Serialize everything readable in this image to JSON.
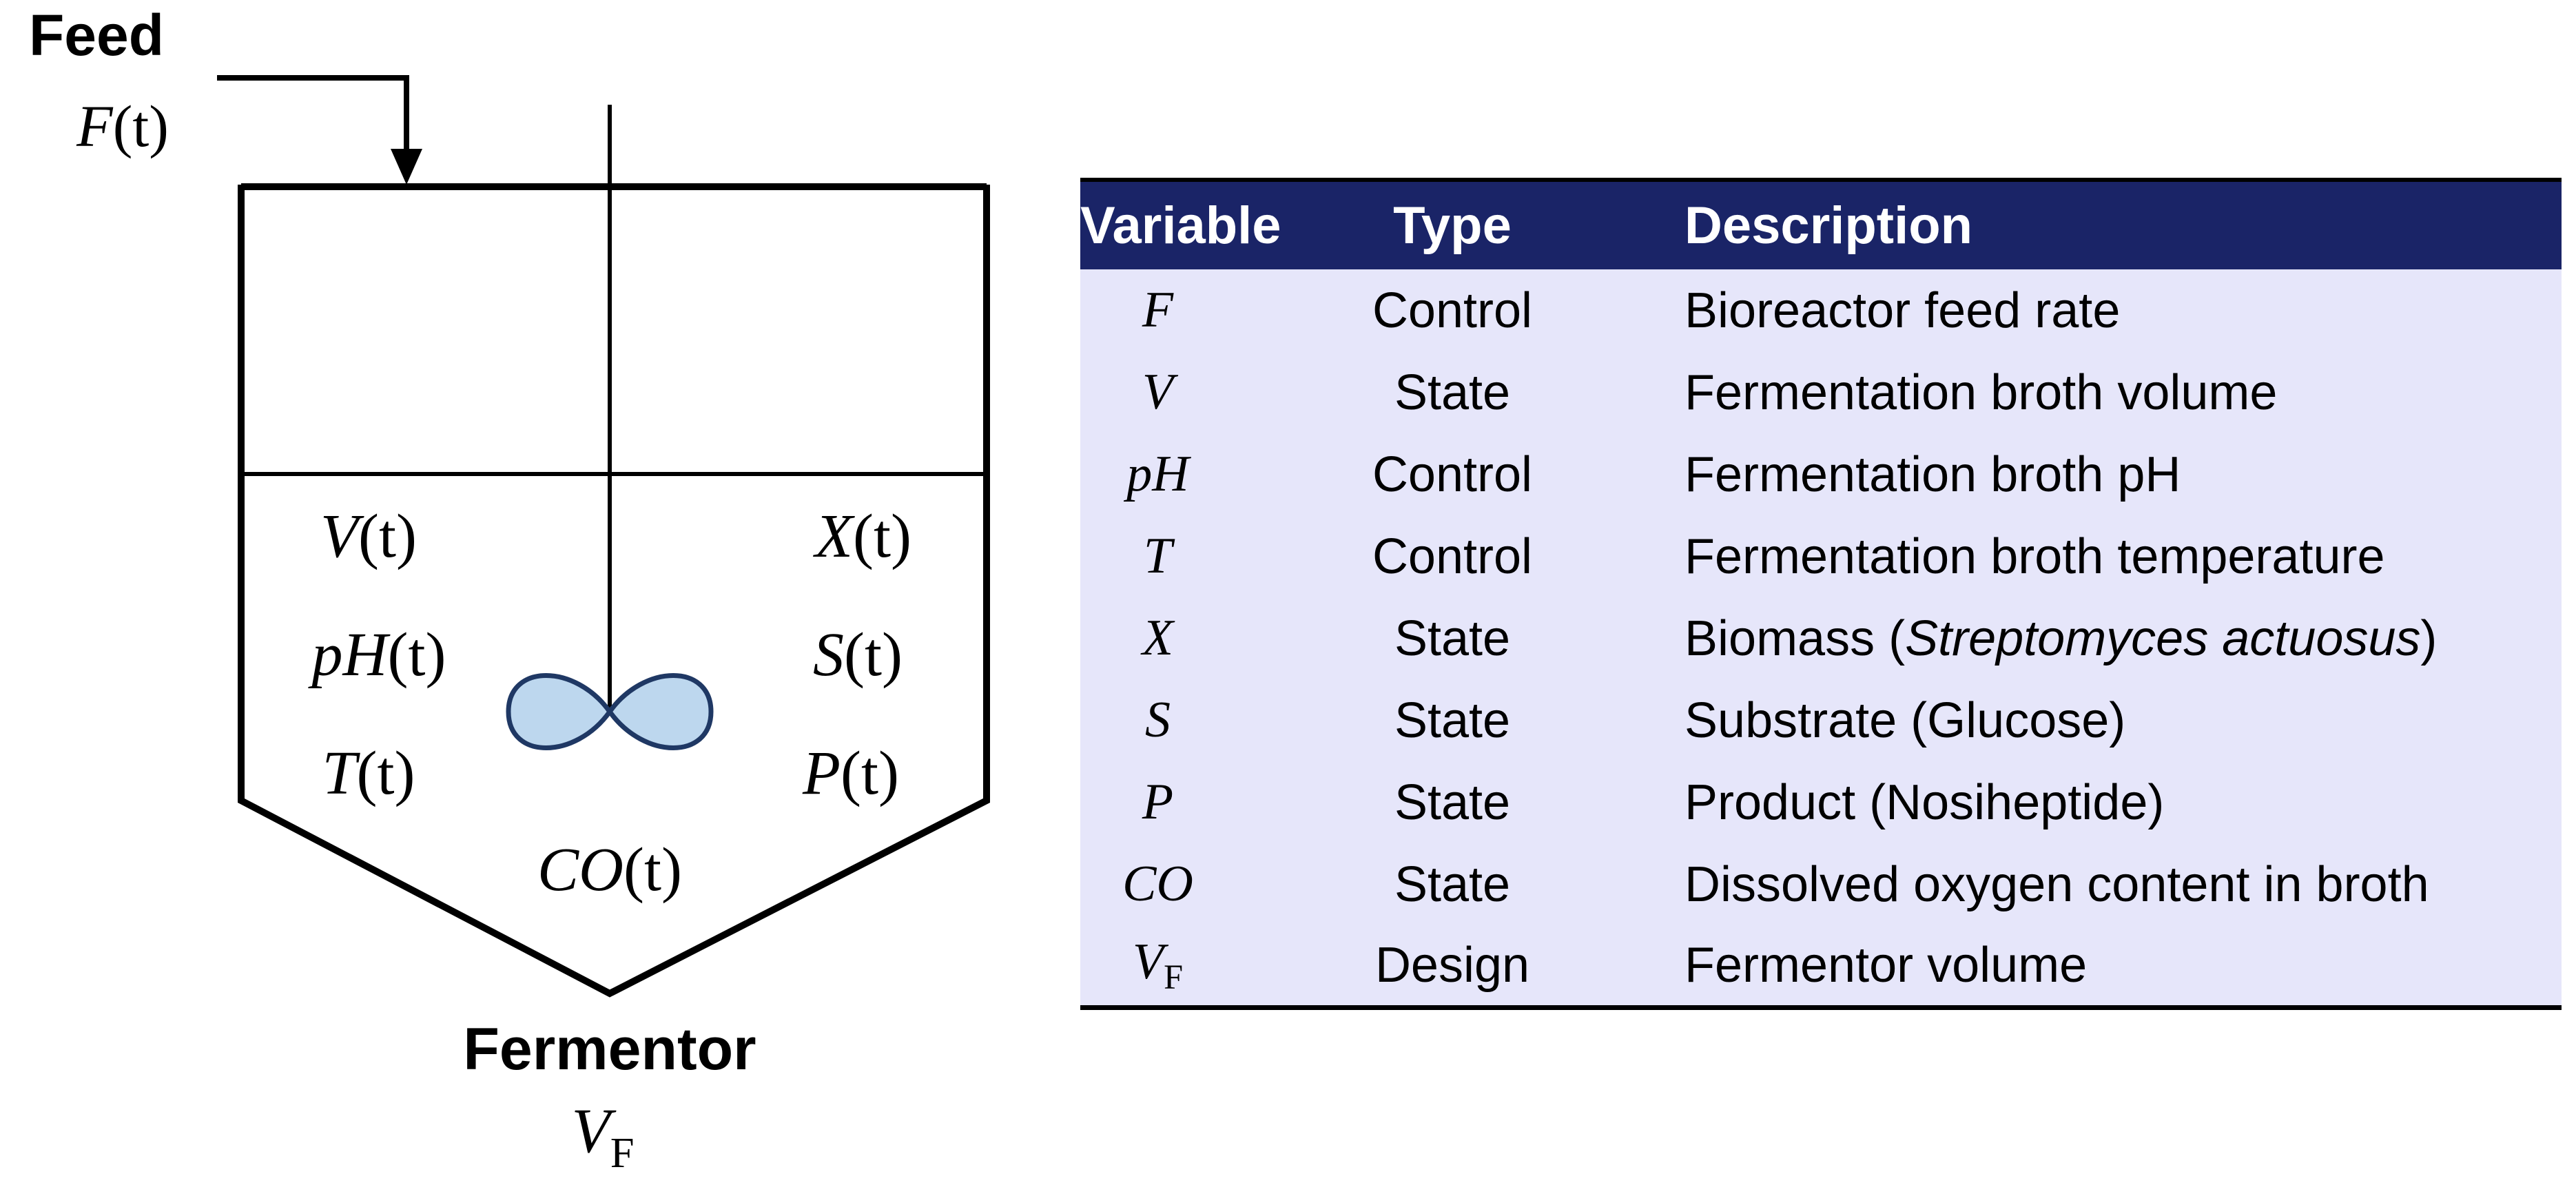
{
  "diagram": {
    "feed_label": "Feed",
    "feed_rate": {
      "main": "F",
      "paren": "(t)"
    },
    "fermentor_label": "Fermentor",
    "fermentor_volume": {
      "main": "V",
      "sub": "F"
    },
    "states": {
      "V": {
        "main": "V",
        "paren": "(t)"
      },
      "pH": {
        "main": "pH",
        "paren": "(t)"
      },
      "T": {
        "main": "T",
        "paren": "(t)"
      },
      "X": {
        "main": "X",
        "paren": "(t)"
      },
      "S": {
        "main": "S",
        "paren": "(t)"
      },
      "P": {
        "main": "P",
        "paren": "(t)"
      },
      "CO": {
        "main": "CO",
        "paren": "(t)"
      }
    },
    "colors": {
      "line": "#000000",
      "impeller_fill": "#bdd7ee",
      "impeller_stroke": "#1f3864"
    }
  },
  "table": {
    "headers": {
      "variable": "Variable",
      "type": "Type",
      "description": "Description"
    },
    "header_bg": "#1a2467",
    "row_bg": "#e6e6fa",
    "rows": [
      {
        "var": "F",
        "type": "Control",
        "description": "Bioreactor feed rate"
      },
      {
        "var": "V",
        "type": "State",
        "description": "Fermentation broth volume"
      },
      {
        "var": "pH",
        "type": "Control",
        "description": "Fermentation broth pH"
      },
      {
        "var": "T",
        "type": "Control",
        "description": "Fermentation broth temperature"
      },
      {
        "var": "X",
        "type": "State",
        "description_prefix": "Biomass (",
        "description_italic": "Streptomyces actuosus",
        "description_suffix": ")"
      },
      {
        "var": "S",
        "type": "State",
        "description": "Substrate (Glucose)"
      },
      {
        "var": "P",
        "type": "State",
        "description": "Product (Nosiheptide)"
      },
      {
        "var": "CO",
        "type": "State",
        "description": "Dissolved oxygen content in broth"
      },
      {
        "var": "V",
        "var_sub": "F",
        "type": "Design",
        "description": "Fermentor volume"
      }
    ]
  }
}
